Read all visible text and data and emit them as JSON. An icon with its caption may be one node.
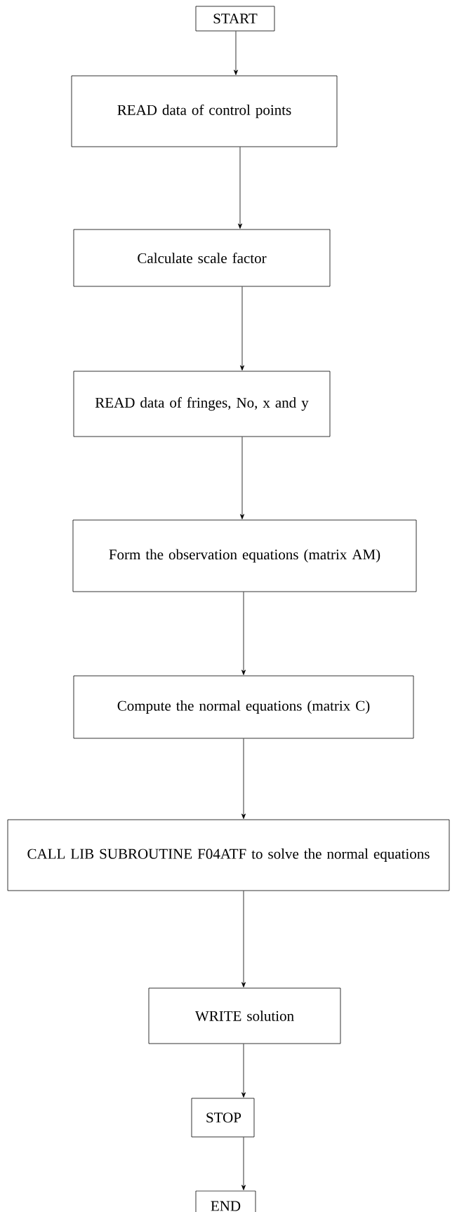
{
  "diagram": {
    "nodes": [
      {
        "text": [
          "START"
        ]
      },
      {
        "text": [
          "READ data of control points"
        ]
      },
      {
        "text": [
          "Calculate scale factor"
        ]
      },
      {
        "text": [
          "READ data of fringes, No, x and y"
        ]
      },
      {
        "text": [
          "Form the observation equations (matrix AM)"
        ]
      },
      {
        "text": [
          "Compute the normal equations (matrix C)"
        ]
      },
      {
        "text": [
          "CALL LIB SUBROUTINE F04ATF to solve the normal equations"
        ]
      },
      {
        "text": [
          "WRITE solution"
        ]
      },
      {
        "text": [
          "STOP"
        ]
      },
      {
        "text": [
          "END"
        ]
      }
    ],
    "edges": [
      {
        "from": 0,
        "to": 1,
        "arrow": "to"
      },
      {
        "from": 1,
        "to": 2,
        "arrow": "to"
      },
      {
        "from": 2,
        "to": 3,
        "arrow": "to"
      },
      {
        "from": 3,
        "to": 4,
        "arrow": "to"
      },
      {
        "from": 4,
        "to": 5,
        "arrow": "to"
      },
      {
        "from": 5,
        "to": 6,
        "arrow": "to"
      },
      {
        "from": 6,
        "to": 7,
        "arrow": "to"
      },
      {
        "from": 7,
        "to": 8,
        "arrow": "to"
      },
      {
        "from": 8,
        "to": 9,
        "arrow": "to"
      }
    ]
  }
}
